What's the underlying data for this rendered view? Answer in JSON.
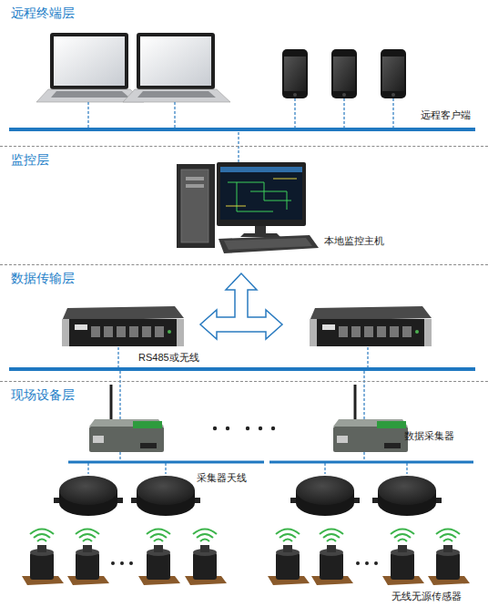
{
  "diagram": {
    "nodes": [
      {
        "text": [
          "远程终端层"
        ]
      },
      {
        "text": [
          "监控层"
        ]
      },
      {
        "text": [
          "数据传输层"
        ]
      },
      {
        "text": [
          "现场设备层"
        ]
      }
    ],
    "labels": [
      "远程客户端",
      "本地监控主机",
      "RS485或无线",
      "数据采集器",
      "采集器天线",
      "无线无源传感器"
    ]
  }
}
